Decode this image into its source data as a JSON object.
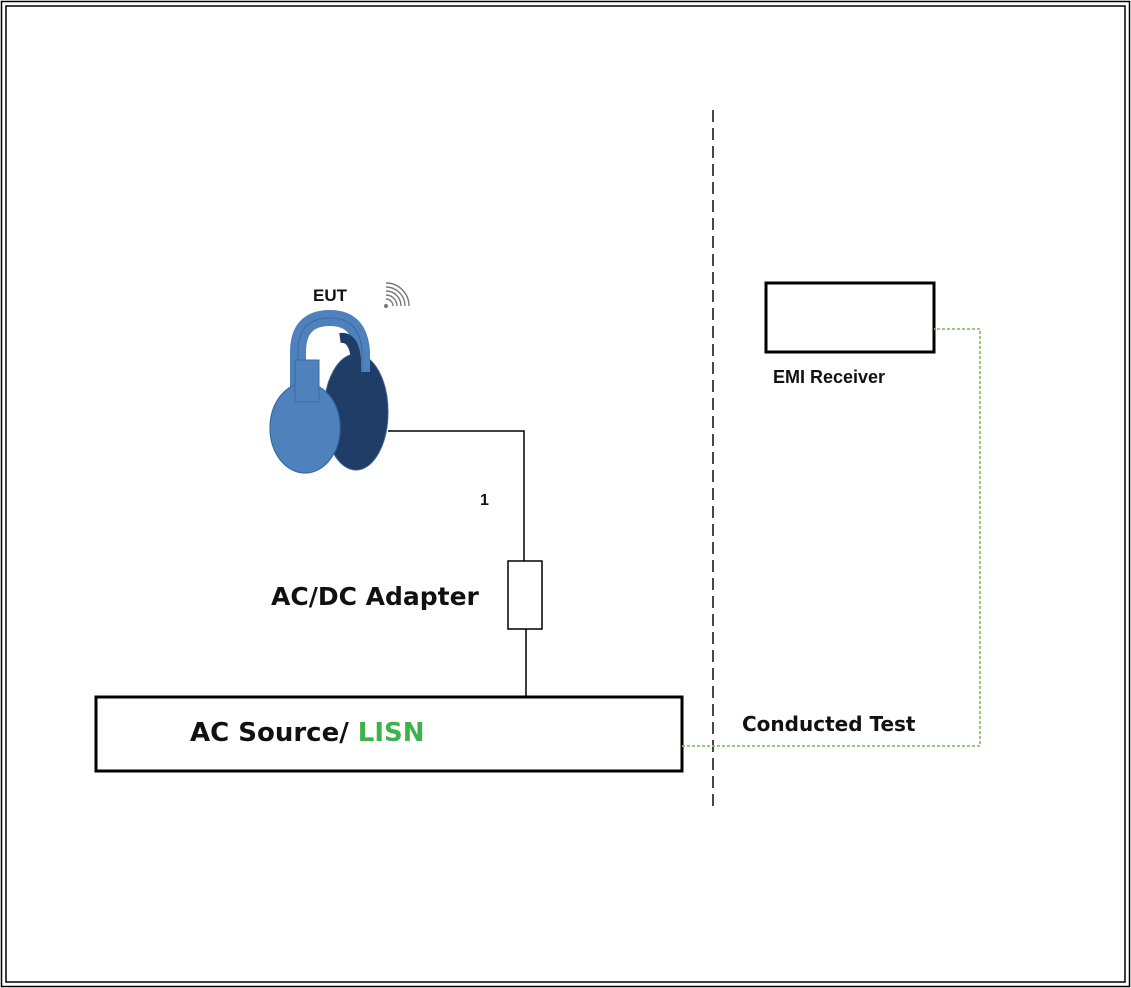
{
  "diagram": {
    "eut_label": "EUT",
    "cable_number": "1",
    "adapter_label": "AC/DC Adapter",
    "source_label_prefix": "AC Source/ ",
    "source_label_accent": "LISN",
    "receiver_label": "EMI Receiver",
    "test_label": "Conducted Test"
  },
  "colors": {
    "border": "#000000",
    "cable": "#000000",
    "conducted_line": "#8fc26b",
    "separator": "#333333",
    "lisn_accent": "#3db24b",
    "headphone_light": "#4f81bd",
    "headphone_dark": "#1f3d66",
    "wireless_icon": "#777777"
  },
  "icons": {
    "eut": "headphones-icon",
    "wireless": "wireless-signal-icon"
  }
}
